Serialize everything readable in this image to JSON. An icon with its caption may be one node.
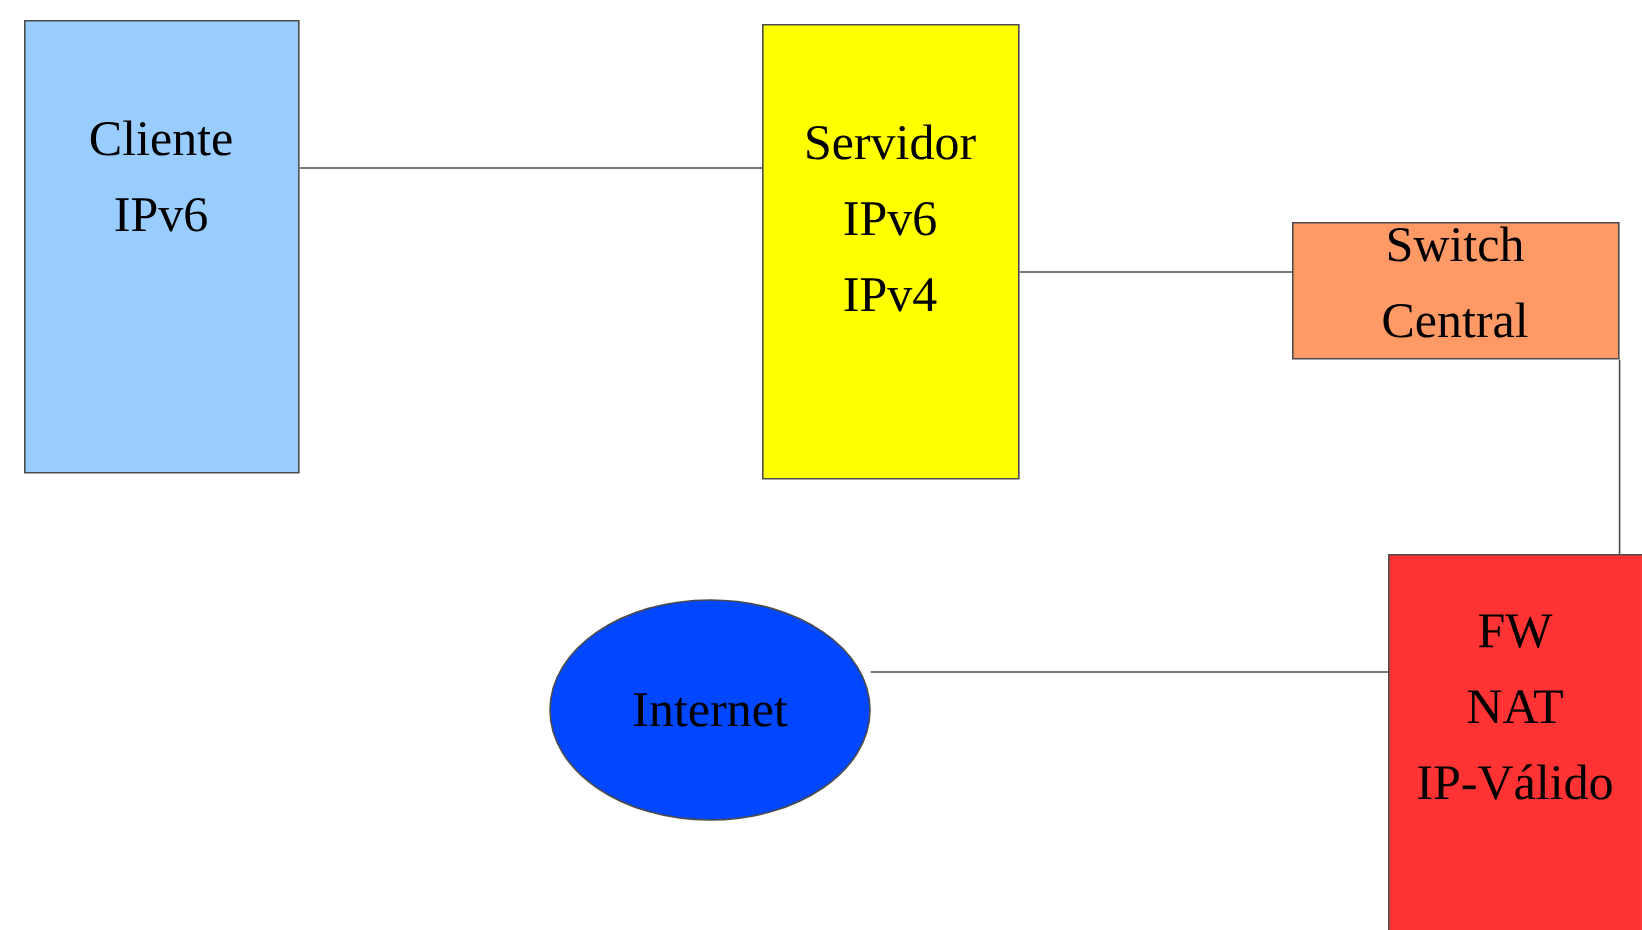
{
  "diagram": {
    "nodes": [
      {
        "text": [
          "Cliente",
          "IPv6"
        ]
      },
      {
        "text": [
          "Servidor",
          "IPv6",
          "IPv4"
        ]
      },
      {
        "text": [
          "Switch",
          "Central"
        ]
      },
      {
        "text": [
          "FW",
          "NAT",
          "IP-Válido"
        ]
      },
      {
        "text": [
          "Internet"
        ]
      }
    ],
    "edges": [
      {
        "from": 0,
        "to": 1,
        "arrow": "none"
      },
      {
        "from": 1,
        "to": 2,
        "arrow": "none"
      },
      {
        "from": 2,
        "to": 3,
        "arrow": "none"
      },
      {
        "from": 4,
        "to": 3,
        "arrow": "none"
      }
    ]
  }
}
